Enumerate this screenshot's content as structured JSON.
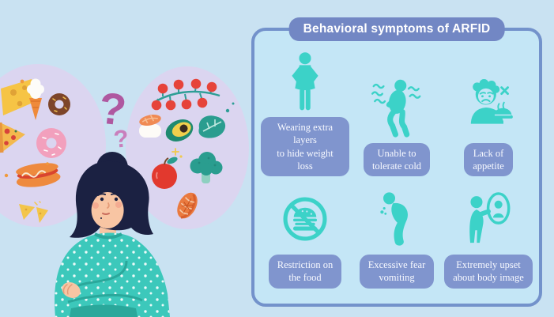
{
  "colors": {
    "bg": "#c9e2f2",
    "panel-bg": "#c4e6f6",
    "panel-border": "#7392cb",
    "title-pill": "#7287c4",
    "label-pill": "#8095ce",
    "icon": "#3cd2c8",
    "bubble": "#dbd5f0",
    "qmark": "#af58a0",
    "qmark2": "#c97fbc"
  },
  "panel": {
    "title": "Behavioral symptoms of ARFID",
    "items": [
      {
        "icon": "baggy-clothes-person-icon",
        "label": "Wearing extra layers\nto hide weight loss"
      },
      {
        "icon": "shivering-person-icon",
        "label": "Unable to\ntolerate cold"
      },
      {
        "icon": "no-appetite-icon",
        "label": "Lack of\nappetite"
      },
      {
        "icon": "food-restriction-icon",
        "label": "Restriction on\nthe food"
      },
      {
        "icon": "vomiting-person-icon",
        "label": "Excessive fear\nvomiting"
      },
      {
        "icon": "body-image-mirror-icon",
        "label": "Extremely upset\nabout body image"
      }
    ]
  },
  "illustration": {
    "description": "Confused woman with crossed arms between two thought bubbles of food",
    "question_marks": [
      "?",
      "?"
    ],
    "left_bubble_foods": [
      "cheese",
      "ice-cream-cone",
      "chocolate-donut",
      "pizza-slice",
      "pink-donut",
      "hot-dog",
      "nacho-chips"
    ],
    "right_bubble_foods": [
      "cherry-tomato-vine",
      "sushi",
      "avocado",
      "kale-leaf",
      "apple",
      "broccoli",
      "salmon-fillet"
    ]
  }
}
